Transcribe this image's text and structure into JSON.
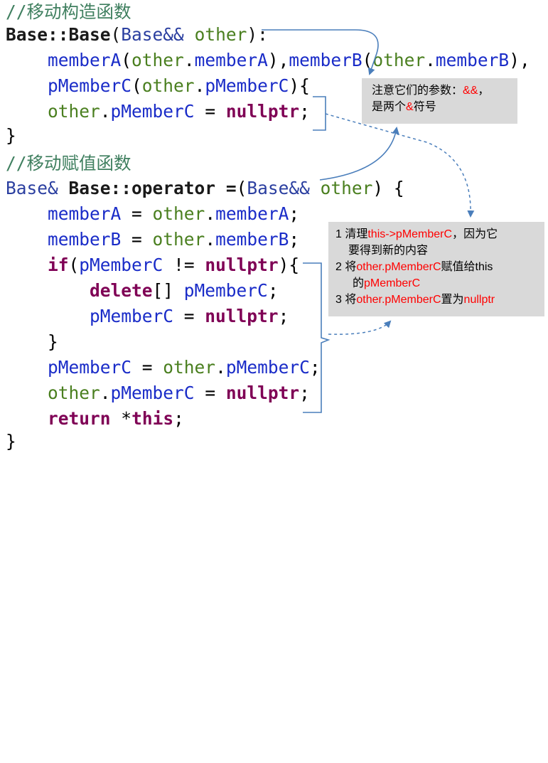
{
  "code": {
    "comment_move_ctor": "//移动构造函数",
    "ctor_type": "Base",
    "ctor_qual": "Base::Base",
    "ctor_paren_open": "(",
    "ctor_param_type": "Base&&",
    "ctor_param_name": "other",
    "ctor_paren_close": "):",
    "init_memberA": "memberA",
    "init_memberA_arg_obj": "other",
    "init_memberA_arg_mem": "memberA",
    "init_memberB": "memberB",
    "init_memberB_arg_obj": "other",
    "init_memberB_arg_mem": "memberB",
    "init_pMemberC": "pMemberC",
    "init_pMemberC_arg_obj": "other",
    "init_pMemberC_arg_mem": "pMemberC",
    "ctor_body_obj": "other",
    "ctor_body_mem": "pMemberC",
    "ctor_body_value": "nullptr",
    "close_brace_1": "}",
    "comment_move_assign": "//移动赋值函数",
    "assign_ret_type": "Base&",
    "assign_name": "Base::operator",
    "assign_op": "=",
    "assign_param_type": "Base&&",
    "assign_param_name": "other",
    "assign_open": ") {",
    "a_memberA": "memberA",
    "a_memberA_obj": "other",
    "a_memberA_mem": "memberA",
    "a_memberB": "memberB",
    "a_memberB_obj": "other",
    "a_memberB_mem": "memberB",
    "if_kw": "if",
    "if_var": "pMemberC",
    "if_op": "!=",
    "if_value": "nullptr",
    "if_open": "){",
    "delete_kw": "delete",
    "delete_rest": "[] ",
    "delete_var": "pMemberC",
    "inner_assign_var": "pMemberC",
    "inner_assign_value": "nullptr",
    "close_if": "}",
    "steal_var": "pMemberC",
    "steal_obj": "other",
    "steal_mem": "pMemberC",
    "reset_obj": "other",
    "reset_mem": "pMemberC",
    "reset_value": "nullptr",
    "return_kw": "return",
    "return_star": "*",
    "return_this": "this",
    "close_brace_2": "}"
  },
  "callout_params": {
    "line1_text": "注意它们的参数：",
    "line1_red": "&&",
    "line1_tail": "，",
    "line2_text": "是两个",
    "line2_red": "&",
    "line2_tail": "符号"
  },
  "callout_steps": {
    "s1_num": "1 清理",
    "s1_red": "this->pMemberC",
    "s1_tail": "，因为它",
    "s1_cont": "要得到新的内容",
    "s2_num": "2 将",
    "s2_red": "other.pMemberC",
    "s2_tail": "赋值给this",
    "s2_cont_pre": "的",
    "s2_cont_red": "pMemberC",
    "s3_num": "3 将",
    "s3_red": "other.pMemberC",
    "s3_mid": "置为",
    "s3_red2": "nullptr"
  },
  "colors": {
    "comment": "#3f7f5f",
    "keyword": "#7f0055",
    "member": "#1a2cc8",
    "param": "#4a7f1f",
    "callout_bg": "#d9d9d9",
    "highlight_red": "#ff0000",
    "arrow_blue": "#4a7ebb"
  }
}
